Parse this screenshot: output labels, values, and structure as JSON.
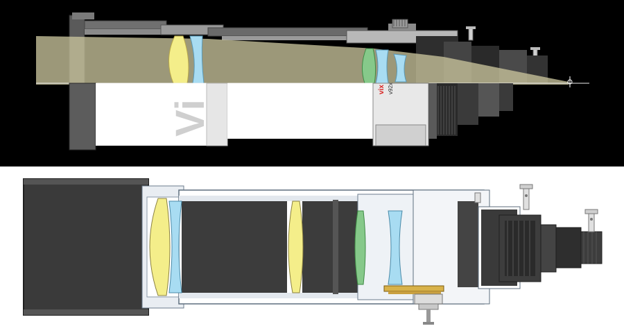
{
  "colors": {
    "top_background": "#000000",
    "bottom_background": "#ffffff",
    "light_path": "#c8c39b",
    "tube_dark": "#3a3a3a",
    "tube_mid": "#6a6a6a",
    "tube_light": "#c9c9c9",
    "lens_yellow": "#f4ee8a",
    "lens_blue": "#a8dcf2",
    "lens_green": "#86c98a",
    "brass": "#d8b24a",
    "logo_red": "#d8201f"
  },
  "top_panel": {
    "body_logo": "Vi",
    "flattener_logo": "vix",
    "flattener_label": "v92x"
  },
  "icons": {
    "focal_point": "crosshair-icon",
    "lock_knob": "thumbscrew-icon",
    "focus_knob": "knurled-knob-icon"
  }
}
